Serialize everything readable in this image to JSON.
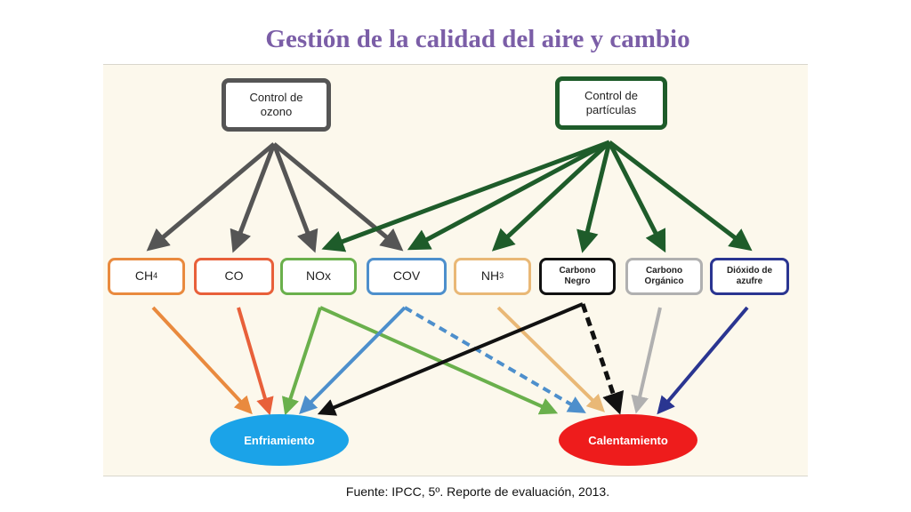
{
  "title": "Gestión de la calidad del aire y cambio",
  "top_nodes": {
    "ozono": "Control de\nozono",
    "particulas": "Control de\npartículas"
  },
  "pollutants": [
    {
      "id": "ch4",
      "label": "CH",
      "sub": "4",
      "color": "#e98a3e"
    },
    {
      "id": "co",
      "label": "CO",
      "sub": "",
      "color": "#e8603a"
    },
    {
      "id": "nox",
      "label": "NOx",
      "sub": "",
      "color": "#6ab04c"
    },
    {
      "id": "cov",
      "label": "COV",
      "sub": "",
      "color": "#4d8fcc"
    },
    {
      "id": "nh3",
      "label": "NH",
      "sub": "3",
      "color": "#e9b876"
    },
    {
      "id": "carbono-negro",
      "label": "Carbono\nNegro",
      "sub": "",
      "color": "#111111"
    },
    {
      "id": "carbono-organico",
      "label": "Carbono\nOrgánico",
      "sub": "",
      "color": "#b0b0b0"
    },
    {
      "id": "dioxido-azufre",
      "label": "Dióxido de\nazufre",
      "sub": "",
      "color": "#2a3591"
    }
  ],
  "effects": {
    "enfriamiento": "Enfriamiento",
    "calentamiento": "Calentamiento"
  },
  "colors": {
    "title": "#7b5ea7",
    "ozono_control": "#555555",
    "particulas_control": "#1e5c2a",
    "enfriamiento": "#1ba3e8",
    "calentamiento": "#ee1c1c"
  },
  "source": "Fuente: IPCC, 5º. Reporte de evaluación, 2013."
}
